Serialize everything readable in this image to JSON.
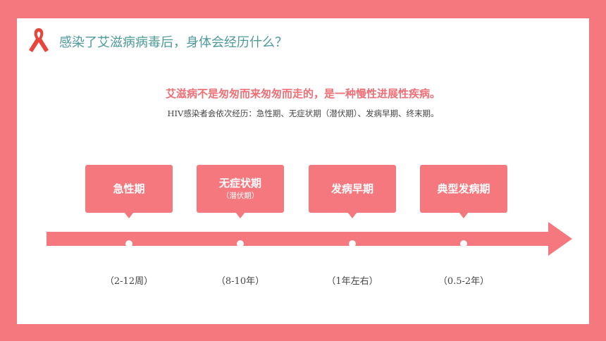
{
  "title": "感染了艾滋病病毒后，身体会经历什么？",
  "subtitle": "艾滋病不是匆匆而来匆匆而走的，是一种慢性进展性疾病。",
  "description": "HIV感染者会依次经历：急性期、无症状期（潜伏期）、发病早期、终末期。",
  "stages": [
    {
      "label": "急性期",
      "sub": "",
      "duration": "（2-12周）"
    },
    {
      "label": "无症状期",
      "sub": "（潜伏期）",
      "duration": "（8-10年）"
    },
    {
      "label": "发病早期",
      "sub": "",
      "duration": "（1年左右）"
    },
    {
      "label": "典型发病期",
      "sub": "",
      "duration": "（0.5-2年）"
    }
  ],
  "colors": {
    "accent": "#f5787e",
    "title": "#4e9a9a",
    "subtitle": "#ef6f76",
    "ribbon": "#e8453c"
  },
  "icons": {
    "ribbon": "red-ribbon-icon"
  }
}
